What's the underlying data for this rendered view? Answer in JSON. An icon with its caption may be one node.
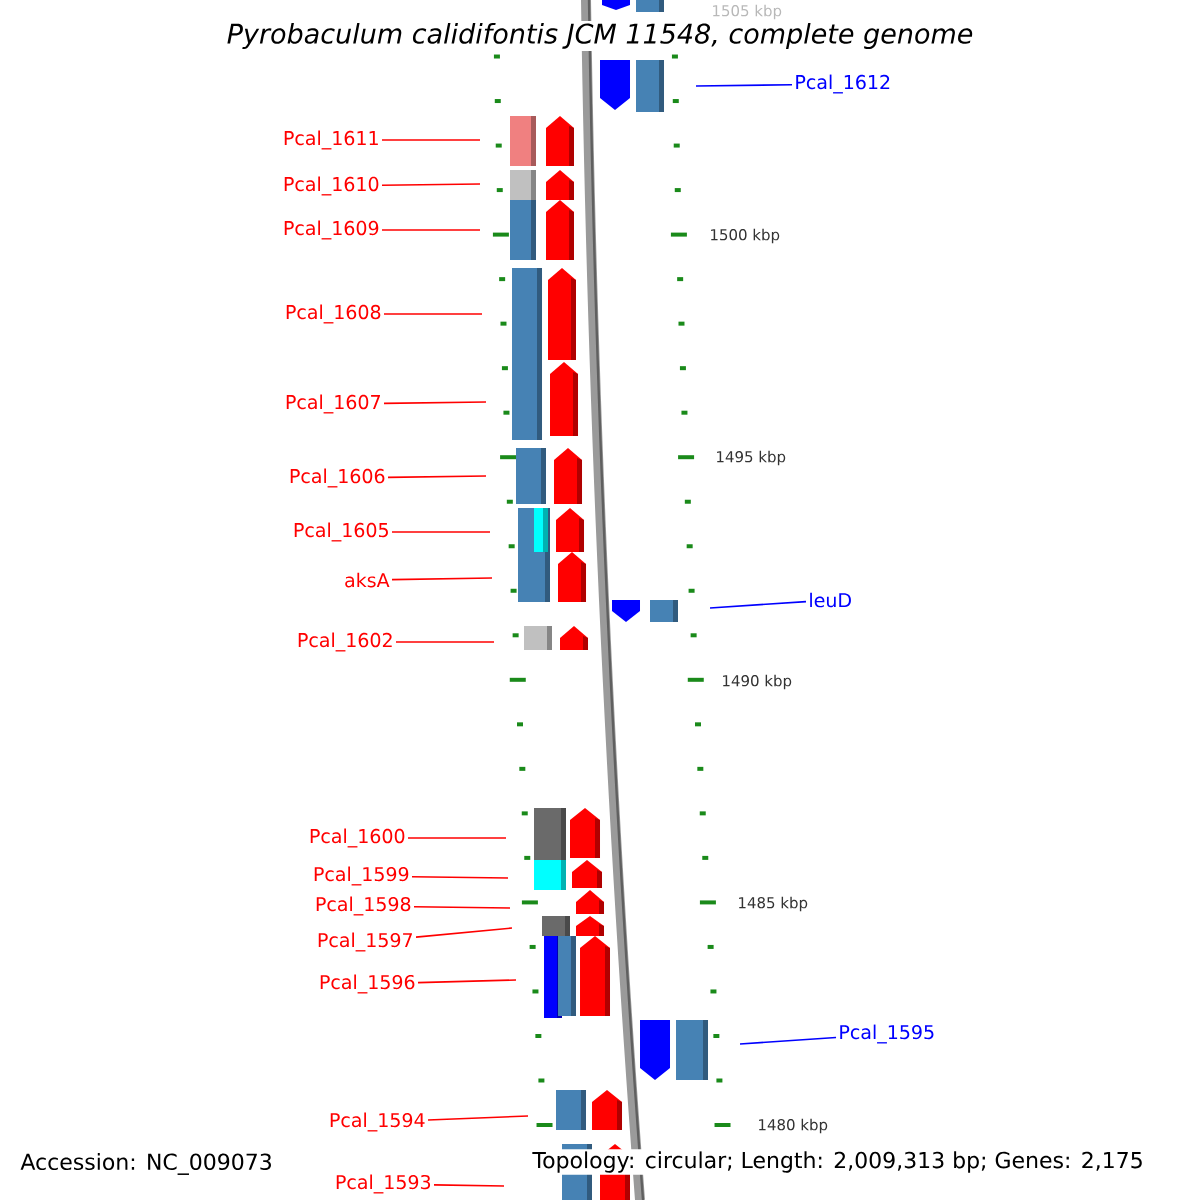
{
  "diagram": {
    "title": "Pyrobaculum calidifontis JCM 11548, complete genome",
    "nodes": [
      {
        "text": [
          "Pcal_1612"
        ]
      },
      {
        "text": [
          "Pcal_1611"
        ]
      },
      {
        "text": [
          "Pcal_1610"
        ]
      },
      {
        "text": [
          "Pcal_1609"
        ]
      },
      {
        "text": [
          "Pcal_1608"
        ]
      },
      {
        "text": [
          "Pcal_1607"
        ]
      },
      {
        "text": [
          "Pcal_1606"
        ]
      },
      {
        "text": [
          "Pcal_1605"
        ]
      },
      {
        "text": [
          "aksA"
        ]
      },
      {
        "text": [
          "leuD"
        ]
      },
      {
        "text": [
          "Pcal_1602"
        ]
      },
      {
        "text": [
          "Pcal_1600"
        ]
      },
      {
        "text": [
          "Pcal_1599"
        ]
      },
      {
        "text": [
          "Pcal_1598"
        ]
      },
      {
        "text": [
          "Pcal_1597"
        ]
      },
      {
        "text": [
          "Pcal_1596"
        ]
      },
      {
        "text": [
          "Pcal_1595"
        ]
      },
      {
        "text": [
          "Pcal_1594"
        ]
      },
      {
        "text": [
          "Pcal_1593"
        ]
      }
    ],
    "edges": [
      {
        "from": 0,
        "to": null,
        "arrow": "none",
        "color": "#0000ff"
      },
      {
        "from": 1,
        "to": null,
        "arrow": "none"
      },
      {
        "from": 2,
        "to": null,
        "arrow": "none"
      },
      {
        "from": 3,
        "to": null,
        "arrow": "none"
      },
      {
        "from": 4,
        "to": null,
        "arrow": "none"
      },
      {
        "from": 5,
        "to": null,
        "arrow": "none"
      },
      {
        "from": 6,
        "to": null,
        "arrow": "none"
      },
      {
        "from": 7,
        "to": null,
        "arrow": "none"
      },
      {
        "from": 8,
        "to": null,
        "arrow": "none"
      },
      {
        "from": 9,
        "to": null,
        "arrow": "none",
        "color": "#0000ff"
      },
      {
        "from": 10,
        "to": null,
        "arrow": "none"
      },
      {
        "from": 11,
        "to": null,
        "arrow": "none"
      },
      {
        "from": 12,
        "to": null,
        "arrow": "none"
      },
      {
        "from": 13,
        "to": null,
        "arrow": "none"
      },
      {
        "from": 14,
        "to": null,
        "arrow": "none"
      },
      {
        "from": 15,
        "to": null,
        "arrow": "none"
      },
      {
        "from": 16,
        "to": null,
        "arrow": "none",
        "color": "#0000ff"
      },
      {
        "from": 17,
        "to": null,
        "arrow": "none"
      },
      {
        "from": 18,
        "to": null,
        "arrow": "none"
      }
    ],
    "labels": [
      "1505 kbp",
      "1500 kbp",
      "1495 kbp",
      "1490 kbp",
      "1485 kbp",
      "1480 kbp",
      "Accession: NC_009073",
      "Topology: circular; Length: 2,009,313 bp; Genes: 2,175"
    ]
  }
}
